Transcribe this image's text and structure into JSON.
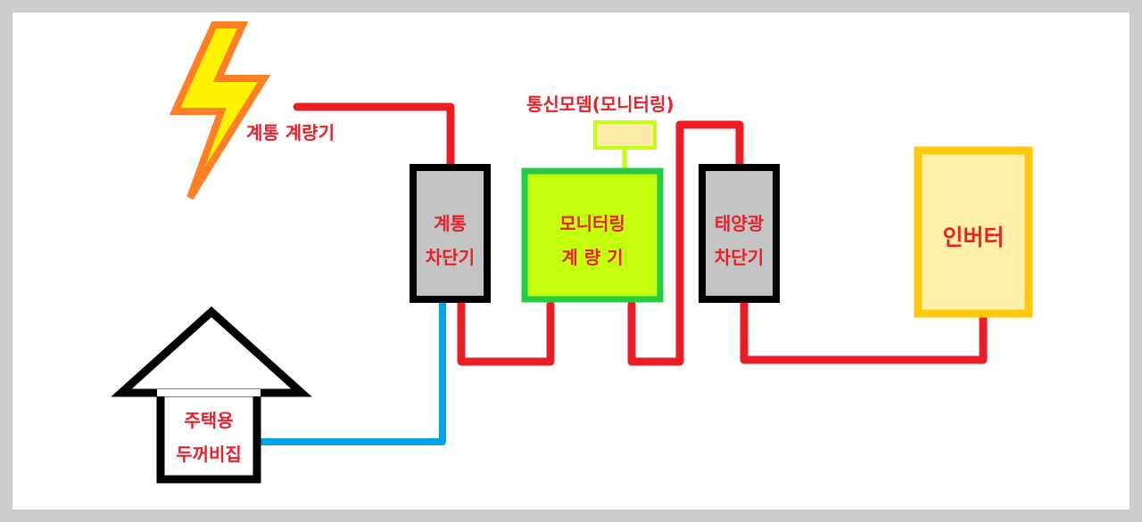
{
  "labels": {
    "grid_meter": "계통 계량기",
    "grid_breaker": "계통\n차단기",
    "monitor_meter": "모니터링\n계 량 기",
    "modem": "통신모뎀(모니터링)",
    "solar_breaker": "태양광\n차단기",
    "inverter": "인버터",
    "house": "주택용\n두꺼비집"
  },
  "colors": {
    "wire_red": "#ec1c24",
    "wire_blue": "#00a2e8",
    "breaker_fill": "#c3c3c3",
    "meter_fill": "#c4ff0e",
    "meter_border": "#22cc44",
    "modem_fill": "#fde9a9",
    "inverter_fill": "#fff0a8",
    "inverter_border": "#ffc90e",
    "label_red": "#e8202a",
    "bolt_fill": "#fff200",
    "bolt_border": "#ff7f27"
  },
  "icons": {
    "lightning": "lightning-bolt-icon",
    "house": "house-arrow-icon"
  }
}
